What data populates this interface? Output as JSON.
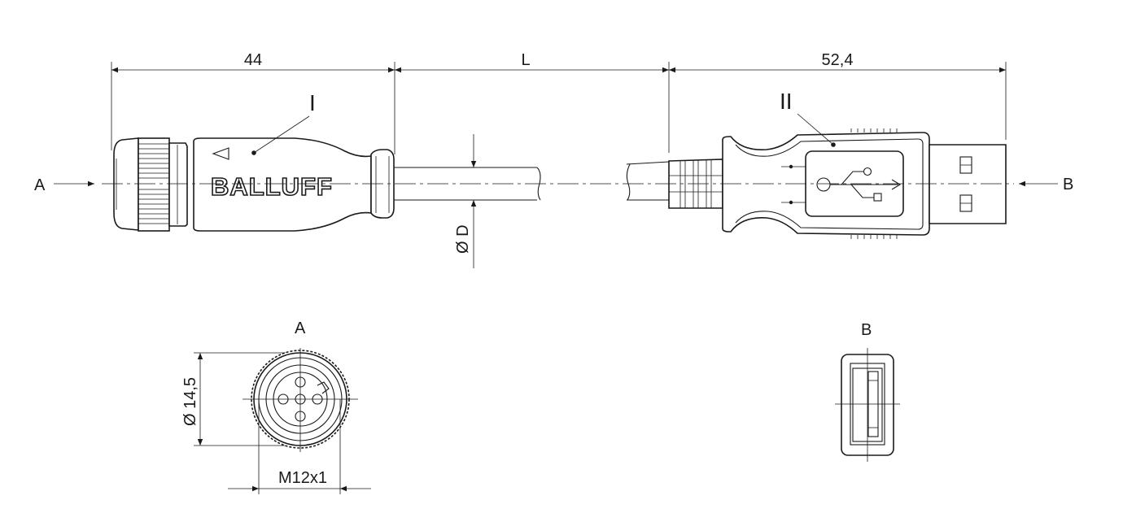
{
  "dimensions": {
    "left_length": "44",
    "cable_length": "L",
    "right_length": "52,4",
    "cable_diameter": "Ø D",
    "connector_diameter": "Ø 14,5",
    "thread": "M12x1"
  },
  "labels": {
    "connector_1": "I",
    "connector_2": "II",
    "view_a": "A",
    "view_b": "B"
  },
  "brand": "BALLUFF",
  "icons": {
    "usb": "usb-trident-icon",
    "direction": "triangle-marker-icon"
  }
}
